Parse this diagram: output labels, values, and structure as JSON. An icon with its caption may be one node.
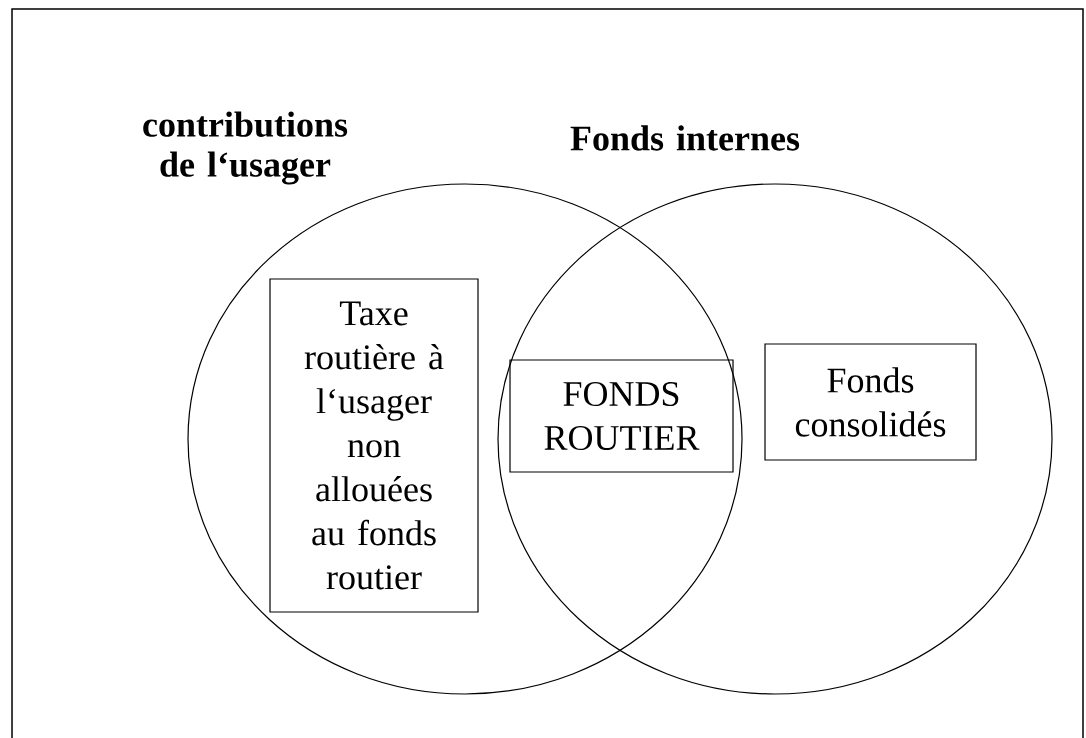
{
  "diagram": {
    "nodes": [
      {
        "text": [
          "contributions de l‘usager"
        ]
      },
      {
        "text": [
          "Fonds internes"
        ]
      },
      {
        "text": [
          "Taxe routière à l‘usager non allouées au fonds routier"
        ],
        "in": 0
      },
      {
        "text": [
          "FONDS ROUTIER"
        ]
      },
      {
        "text": [
          "Fonds consolidés"
        ],
        "in": 1
      }
    ]
  }
}
